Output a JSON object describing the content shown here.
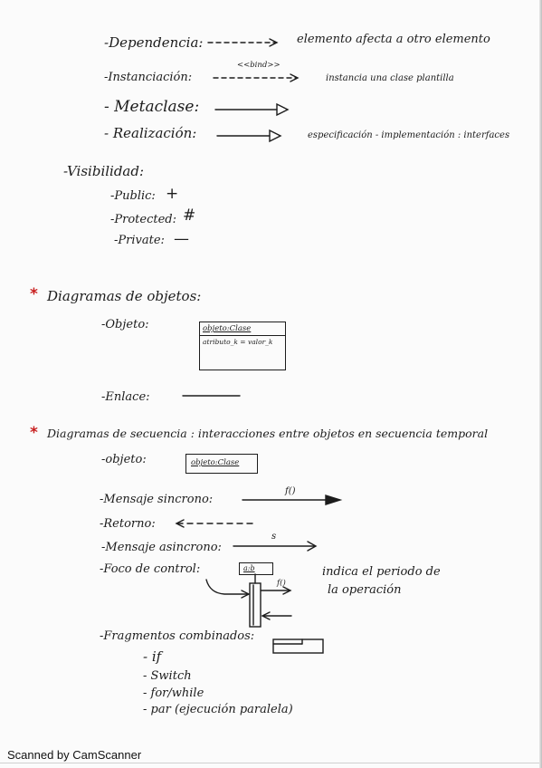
{
  "relations": {
    "dependencia": {
      "label": "-Dependencia:",
      "desc": "elemento afecta a otro elemento"
    },
    "instanciacion": {
      "label": "-Instanciación:",
      "arrow_text": "<<bind>>",
      "desc": "instancia una clase plantilla"
    },
    "metaclase": {
      "label": "- Metaclase:"
    },
    "realizacion": {
      "label": "- Realización:",
      "desc": "especificación - implementación : interfaces"
    }
  },
  "visibilidad": {
    "title": "-Visibilidad:",
    "items": [
      {
        "label": "-Public:",
        "symbol": "+"
      },
      {
        "label": "-Protected:",
        "symbol": "#"
      },
      {
        "label": "-Private:",
        "symbol": "—"
      }
    ]
  },
  "objetos": {
    "heading": "Diagramas de objetos:",
    "objeto_label": "-Objeto:",
    "box_header": "objeto:Clase",
    "box_attr": "atributo_k = valor_k",
    "enlace_label": "-Enlace:"
  },
  "secuencia": {
    "heading": "Diagramas de secuencia : interacciones entre objetos en secuencia temporal",
    "objeto_label": "-objeto:",
    "objeto_box": "objeto:Clase",
    "sincrono": {
      "label": "-Mensaje sincrono:",
      "arrow_text": "f()"
    },
    "retorno": {
      "label": "-Retorno:"
    },
    "asincrono": {
      "label": "-Mensaje asincrono:",
      "arrow_text": "s"
    },
    "foco": {
      "label": "-Foco de control:",
      "box": "a:b",
      "arrow_text": "f()",
      "note_line1": "indica el periodo de",
      "note_line2": "la operación"
    },
    "fragmentos": {
      "label": "-Fragmentos combinados:",
      "items": [
        "- if",
        "- Switch",
        "- for/while",
        "- par (ejecución paralela)"
      ]
    }
  },
  "footer": "Scanned by CamScanner",
  "colors": {
    "ink": "#1c1c1c",
    "star": "#c81e1e",
    "paper": "#fbfbfb"
  }
}
